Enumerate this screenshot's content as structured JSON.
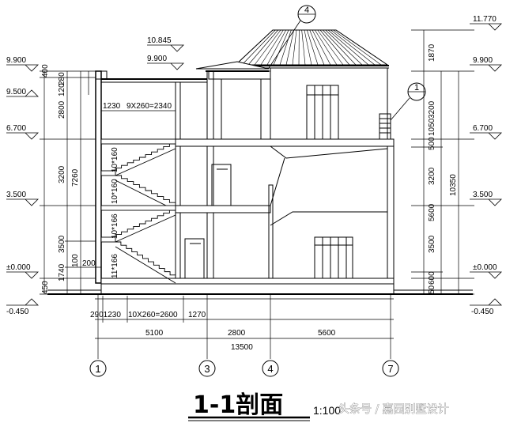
{
  "title": "1-1剖面",
  "scale": "1:100",
  "watermark": "头条号 / 嘉园别墅设计",
  "section_marks": [
    "4",
    "1"
  ],
  "axes": [
    "1",
    "3",
    "4",
    "7"
  ],
  "left_elevations": [
    "9.900",
    "9.500",
    "6.700",
    "3.500",
    "±0.000",
    "-0.450"
  ],
  "right_elevations": [
    "11.770",
    "9.900",
    "6.700",
    "3.500",
    "±0.000",
    "-0.450"
  ],
  "roof_elevations": [
    "10.845",
    "9.900"
  ],
  "left_dims": [
    "400",
    "280",
    "120",
    "2800",
    "3200",
    "3500",
    "1740",
    "100",
    "200",
    "450",
    "7260"
  ],
  "stair_dims": [
    "1230",
    "9X260=2340",
    "10*160",
    "10*160",
    "10*166",
    "11*166"
  ],
  "right_dims": [
    "1870",
    "3200",
    "500",
    "1050",
    "3200",
    "5600",
    "3500",
    "600",
    "50",
    "10350"
  ],
  "bottom_dims_row1": [
    "2901230",
    "10X260=2600",
    "1270"
  ],
  "bottom_dims_row2": [
    "5100",
    "2800",
    "5600"
  ],
  "bottom_total": "13500"
}
